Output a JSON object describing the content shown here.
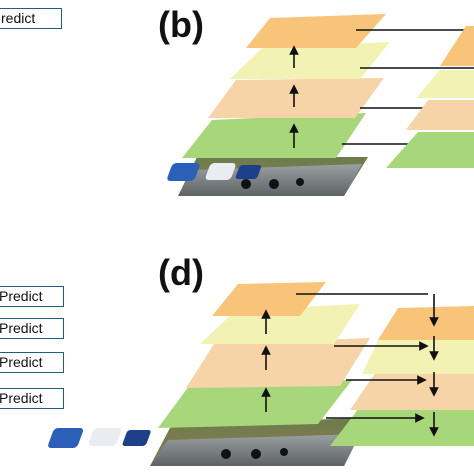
{
  "panels": {
    "b": {
      "label": "(b)"
    },
    "d": {
      "label": "(d)"
    }
  },
  "predict_boxes": [
    {
      "text": "redict"
    },
    {
      "text": "Predict"
    },
    {
      "text": "Predict"
    },
    {
      "text": "Predict"
    },
    {
      "text": "Predict"
    }
  ],
  "colors": {
    "top_orange": "#f8c47a",
    "light_yellow": "#f2f2b4",
    "peach": "#f7d3a8",
    "green": "#a7d77a",
    "line": "#111111",
    "box_border": "#1f5f7a"
  },
  "icons": {
    "image_thumbnail": "racing-cars-photo"
  }
}
